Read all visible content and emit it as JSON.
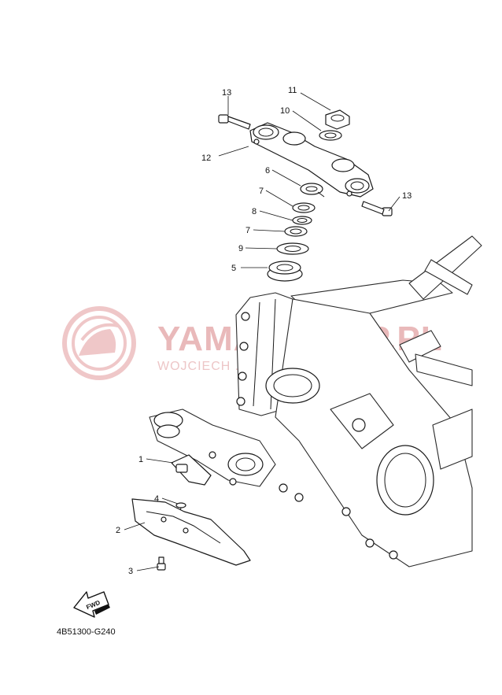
{
  "watermark": {
    "brand": "YAMA-SKLEP.PL",
    "subtitle": "WOJCIECH ... ICZ | DEALER YA..."
  },
  "diagram_code": "4B51300-G240",
  "fwd_label": "FWD",
  "callouts": {
    "c11": "11",
    "c10": "10",
    "c13a": "13",
    "c12": "12",
    "c6": "6",
    "c13b": "13",
    "c7a": "7",
    "c8": "8",
    "c7b": "7",
    "c9": "9",
    "c5": "5",
    "c1": "1",
    "c4": "4",
    "c2": "2",
    "c3": "3"
  }
}
